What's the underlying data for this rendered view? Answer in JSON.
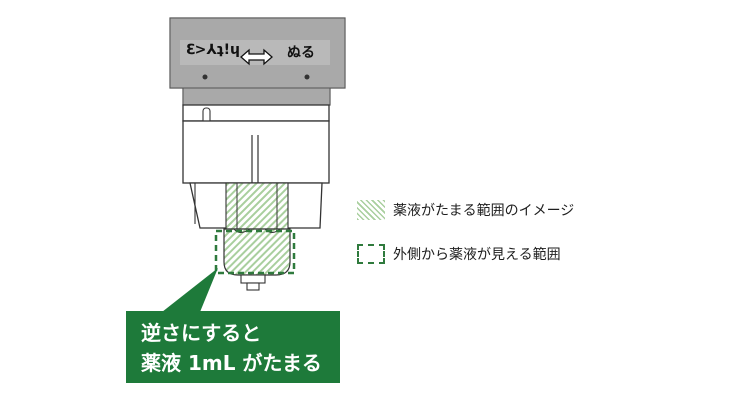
{
  "cap": {
    "label_left": "ℇ>⅄ʇ!ɥ",
    "label_right": "ぬる"
  },
  "legend": {
    "items": [
      {
        "label": "薬液がたまる範囲のイメージ",
        "style": "hatch"
      },
      {
        "label": "外側から薬液が見える範囲",
        "style": "dashed"
      }
    ]
  },
  "callout": {
    "line1": "逆さにすると",
    "line2": "薬液 1mL がたまる",
    "color": "#1e7a3a"
  },
  "colors": {
    "cap_gray": "#a9a9a9",
    "outline": "#333333",
    "hatch_green": "#a9cf9e",
    "dash_green": "#2f7a3d"
  }
}
